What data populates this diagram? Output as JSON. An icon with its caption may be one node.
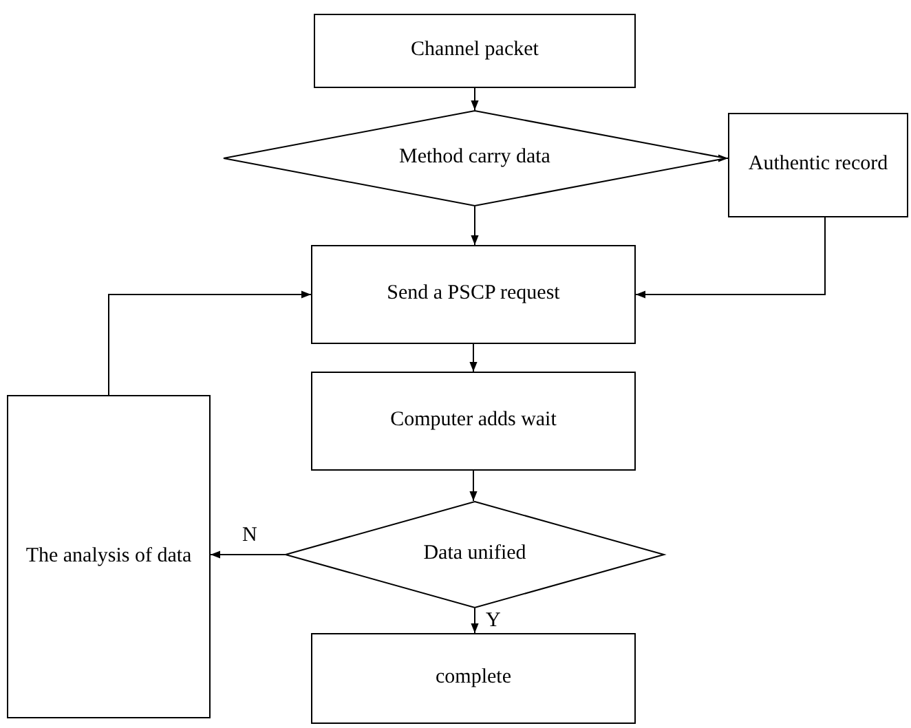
{
  "diagram": {
    "nodes": [
      {
        "text": [
          "Channel packet"
        ]
      },
      {
        "text": [
          "Method carry data"
        ]
      },
      {
        "text": [
          "Authentic record"
        ]
      },
      {
        "text": [
          "Send a PSCP request"
        ]
      },
      {
        "text": [
          "Computer adds wait"
        ]
      },
      {
        "text": [
          "Data unified"
        ]
      },
      {
        "text": [
          "The analysis of data"
        ]
      },
      {
        "text": [
          "complete"
        ]
      }
    ],
    "edges": [
      {
        "from": 0,
        "to": 1,
        "arrow": "to"
      },
      {
        "from": 1,
        "to": 2,
        "arrow": "to"
      },
      {
        "from": 1,
        "to": 3,
        "arrow": "to"
      },
      {
        "from": 2,
        "to": 3,
        "arrow": "to"
      },
      {
        "from": 6,
        "to": 3,
        "arrow": "to"
      },
      {
        "from": 3,
        "to": 4,
        "arrow": "to"
      },
      {
        "from": 4,
        "to": 5,
        "arrow": "to"
      },
      {
        "from": 5,
        "to": 6,
        "arrow": "to",
        "label": "N"
      },
      {
        "from": 5,
        "to": 7,
        "arrow": "to",
        "label": "Y"
      }
    ]
  }
}
